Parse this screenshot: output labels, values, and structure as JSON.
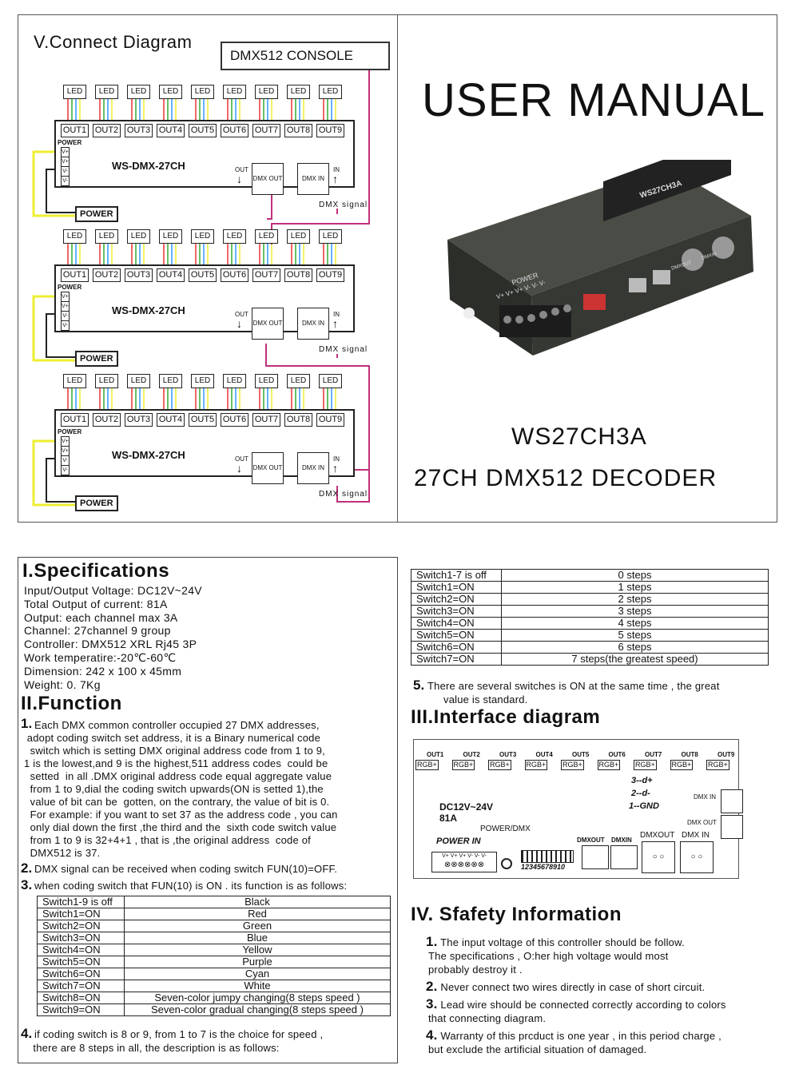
{
  "connect_diagram": {
    "title": "V.Connect Diagram",
    "console": "DMX512 CONSOLE",
    "led_label": "LED",
    "outputs": [
      "OUT1",
      "OUT2",
      "OUT3",
      "OUT4",
      "OUT5",
      "OUT6",
      "OUT7",
      "OUT8",
      "OUT9"
    ],
    "device_name": "WS-DMX-27CH",
    "power_small": "POWER",
    "v_terms": [
      "V+",
      "V+",
      "V-",
      "V-"
    ],
    "power_box": "POWER",
    "out_label": "OUT",
    "in_label": "IN",
    "dmx_out": "DMX OUT",
    "dmx_in": "DMX IN",
    "dmx_signal": "DMX  signal"
  },
  "cover": {
    "title": "USER MANUAL",
    "model": "WS27CH3A",
    "subtitle": "27CH DMX512 DECODER",
    "product_label": "WS27CH3A",
    "product_power": "POWER",
    "product_terms": "V+ V+ V+ V- V- V-",
    "product_dmxout": "DMXOUT",
    "product_dmxin": "DMXIN"
  },
  "specs": {
    "title": "I.Specifications",
    "lines": [
      "Input/Output Voltage: DC12V~24V",
      "Total Output of current: 81A",
      "Output:  each channel max 3A",
      "Channel: 27channel 9 group",
      "Controller: DMX512 XRL Rj45  3P",
      "Work temperatire:-20℃-60℃",
      "Dimension: 242 x 100 x 45mm",
      "Weight: 0. 7Kg"
    ]
  },
  "function": {
    "title": "II.Function",
    "n1": "1.",
    "p1": [
      "Each DMX common controller occupied 27 DMX addresses,",
      " adopt coding switch set address, it is a Binary numerical code",
      "  switch which is setting DMX original address code from 1 to 9,",
      "1 is the lowest,and 9 is the highest,511 address codes  could be",
      "  setted  in all .DMX original address code equal aggregate value",
      "  from 1 to 9,dial the coding switch upwards(ON is setted 1),the",
      "  value of bit can be  gotten, on the contrary, the value of bit is 0.",
      "  For example: if you want to set 37 as the address code , you can",
      "  only dial down the first ,the third and the  sixth code switch value",
      "  from 1 to 9 is 32+4+1 , that is ,the original address  code of",
      "  DMX512 is 37."
    ],
    "n2": "2.",
    "p2": "DMX signal can be received when coding switch FUN(10)=OFF.",
    "n3": "3.",
    "p3": "when coding switch that FUN(10) is ON . its function is as follows:",
    "table1": [
      [
        "Switch1-9 is off",
        "Black"
      ],
      [
        "Switch1=ON",
        "Red"
      ],
      [
        "Switch2=ON",
        "Green"
      ],
      [
        "Switch3=ON",
        "Blue"
      ],
      [
        "Switch4=ON",
        "Yellow"
      ],
      [
        "Switch5=ON",
        "Purple"
      ],
      [
        "Switch6=ON",
        "Cyan"
      ],
      [
        "Switch7=ON",
        "White"
      ],
      [
        "Switch8=ON",
        "Seven-color jumpy changing(8 steps speed )"
      ],
      [
        "Switch9=ON",
        "Seven-color gradual changing(8 steps speed )"
      ]
    ],
    "n4": "4.",
    "p4a": "if coding switch is 8 or 9,  from 1 to 7 is the choice for speed ,",
    "p4b": "   there are 8 steps in all, the description is as follows:",
    "table2": [
      [
        "Switch1-7 is off",
        "0 steps"
      ],
      [
        "Switch1=ON",
        "1 steps"
      ],
      [
        "Switch2=ON",
        "2 steps"
      ],
      [
        "Switch3=ON",
        "3 steps"
      ],
      [
        "Switch4=ON",
        "4 steps"
      ],
      [
        "Switch5=ON",
        "5 steps"
      ],
      [
        "Switch6=ON",
        "6 steps"
      ],
      [
        "Switch7=ON",
        "7 steps(the greatest speed)"
      ]
    ],
    "n5": "5.",
    "p5a": "There are several switches is ON at the same time , the great",
    "p5b": "value is standard."
  },
  "interface": {
    "title": "III.Interface diagram",
    "outs": [
      "OUT1",
      "OUT2",
      "OUT3",
      "OUT4",
      "OUT5",
      "OUT6",
      "OUT7",
      "OUT8",
      "OUT9"
    ],
    "rgb": "RGB+",
    "dc": "DC12V~24V",
    "amp": "81A",
    "pins": [
      "3--d+",
      "2--d-",
      "1--GND"
    ],
    "power_dmx": "POWER/DMX",
    "power_in": "POWER IN",
    "terms": "V+ V+ V+ V- V- V-",
    "dip": "12345678910",
    "dmxout_rj": "DMXOUT",
    "dmxin_rj": "DMXIN",
    "dmx_in_side": "DMX IN",
    "dmx_out_side": "DMX OUT",
    "xlr_out": "DMXOUT",
    "xlr_in": "DMX IN"
  },
  "safety": {
    "title": "IV. Sfafety Information",
    "items": [
      {
        "n": "1.",
        "lines": [
          " The input voltage of this controller should be follow.",
          "The specifications , O:her high voltage would most",
          "probably destroy it ."
        ]
      },
      {
        "n": "2.",
        "lines": [
          " Never connect two wires directly in case of short circuit."
        ]
      },
      {
        "n": "3.",
        "lines": [
          " Lead wire should be connected correctly according to colors",
          "that connecting diagram."
        ]
      },
      {
        "n": "4.",
        "lines": [
          " Warranty of this prcduct is one year , in this period charge ,",
          "but exclude the artificial situation of damaged."
        ]
      }
    ]
  }
}
